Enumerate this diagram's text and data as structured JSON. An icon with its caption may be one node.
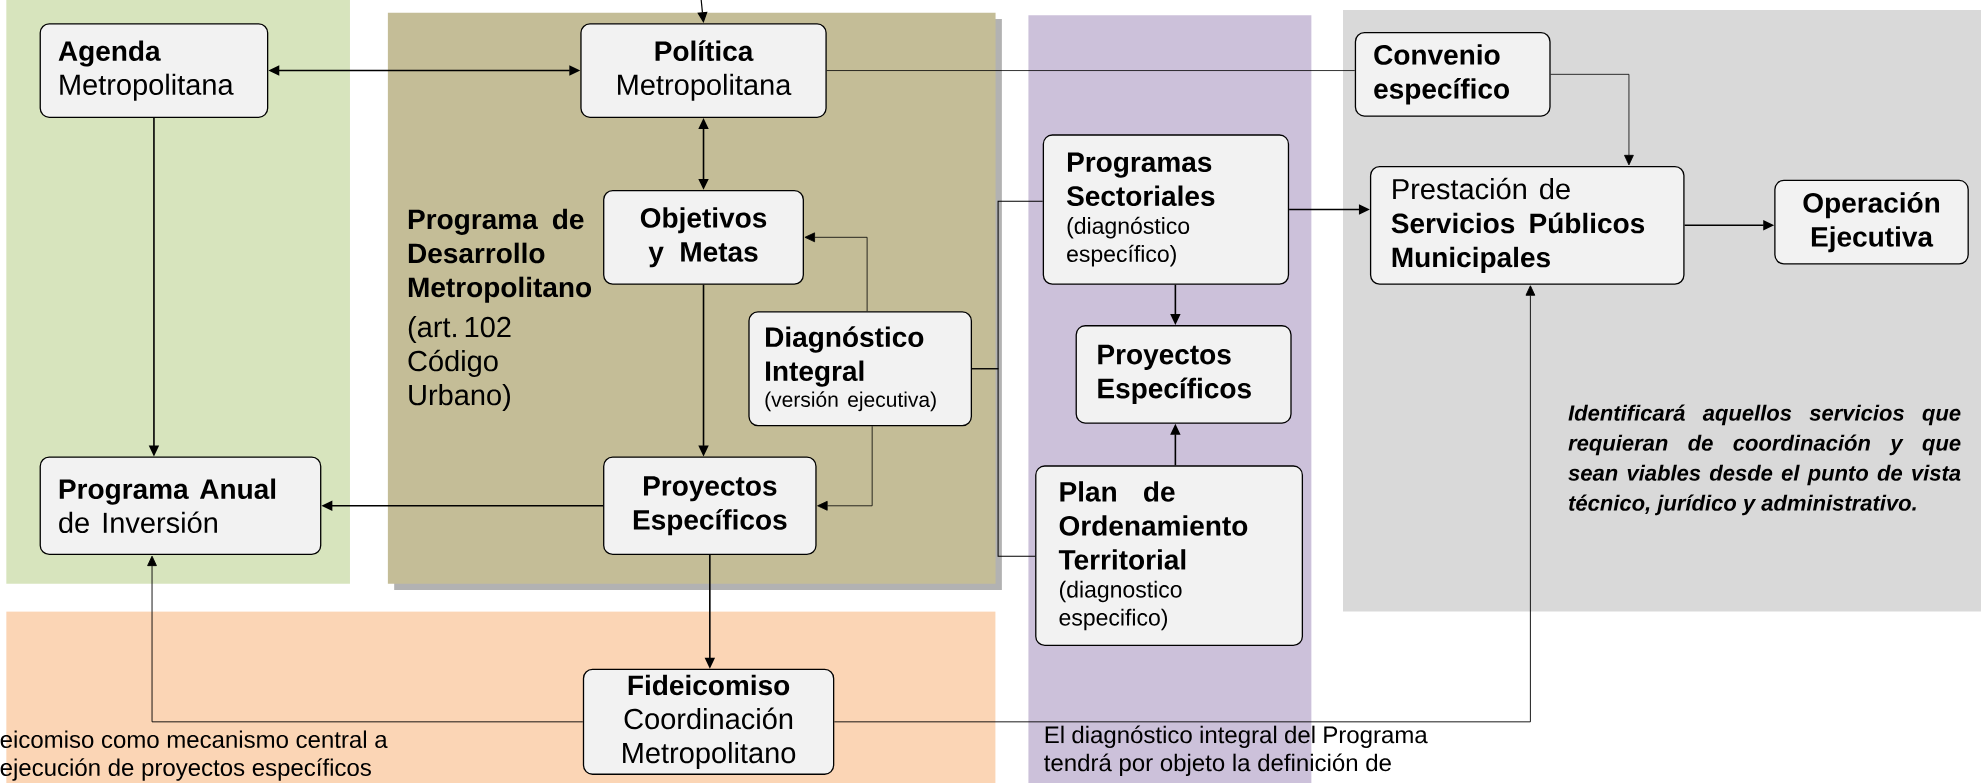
{
  "diagram": {
    "nodes": [
      {
        "text": [],
        "shape": "band"
      },
      {
        "text": [
          "Agenda",
          "Metropolitana"
        ],
        "in": 0
      },
      {
        "text": [
          "Programa Anual",
          "de Inversión"
        ],
        "in": 0
      },
      {
        "text": [
          "Programa de Desarrollo Metropolitano",
          "(art. 102 Código Urbano)"
        ]
      },
      {
        "text": [
          "Política",
          "Metropolitana"
        ],
        "in": 3
      },
      {
        "text": [
          "Objetivos y Metas"
        ],
        "in": 3
      },
      {
        "text": [
          "Diagnóstico Integral",
          "(versión ejecutiva)"
        ],
        "in": 3
      },
      {
        "text": [
          "Proyectos Específicos"
        ],
        "in": 3
      },
      {
        "text": [
          "eicomiso como mecanismo central a ejecución de proyectos específicos"
        ]
      },
      {
        "text": [
          "Fideicomiso",
          "Coordinación Metropolitano"
        ],
        "in": 8
      },
      {
        "text": [],
        "shape": "band"
      },
      {
        "text": [
          "Programas Sectoriales",
          "(diagnóstico específico)"
        ],
        "in": 10
      },
      {
        "text": [
          "Proyectos Específicos"
        ],
        "in": 10
      },
      {
        "text": [
          "Plan de Ordenamiento Territorial",
          "(diagnostico especifico)"
        ],
        "in": 10
      },
      {
        "text": [
          "Identificará aquellos servicios que requieran de coordinación y que sean viables desde el punto de vista técnico, jurídico y administrativo."
        ]
      },
      {
        "text": [
          "Convenio específico"
        ],
        "in": 14
      },
      {
        "text": [
          "Prestación de",
          "Servicios Públicos Municipales"
        ],
        "in": 14
      },
      {
        "text": [
          "Operación Ejecutiva"
        ],
        "in": 14
      }
    ],
    "edges": [
      {
        "from": null,
        "to": 4,
        "arrow": "to"
      },
      {
        "from": 1,
        "to": 4,
        "arrow": "both"
      },
      {
        "from": 4,
        "to": 5,
        "arrow": "both"
      },
      {
        "from": 1,
        "to": 2,
        "arrow": "to"
      },
      {
        "from": 5,
        "to": 7,
        "arrow": "to"
      },
      {
        "from": 7,
        "to": 2,
        "arrow": "to"
      },
      {
        "from": 6,
        "to": 5,
        "arrow": "to"
      },
      {
        "from": 6,
        "to": 7,
        "arrow": "to"
      },
      {
        "from": 7,
        "to": 9,
        "arrow": "to"
      },
      {
        "from": 9,
        "to": 2,
        "arrow": "to"
      },
      {
        "from": 9,
        "to": 16,
        "arrow": "to"
      },
      {
        "from": 4,
        "to": 15,
        "arrow": "none"
      },
      {
        "from": 15,
        "to": 16,
        "arrow": "to"
      },
      {
        "from": 16,
        "to": 17,
        "arrow": "to"
      },
      {
        "from": 11,
        "to": 16,
        "arrow": "to"
      },
      {
        "from": 11,
        "to": 12,
        "arrow": "to"
      },
      {
        "from": 13,
        "to": 12,
        "arrow": "to"
      },
      {
        "from": 6,
        "to": 11,
        "arrow": "none"
      },
      {
        "from": 6,
        "to": 13,
        "arrow": "none"
      }
    ],
    "labels": [
      "El diagnóstico integral del Programa tendrá por objeto la definición de"
    ]
  }
}
